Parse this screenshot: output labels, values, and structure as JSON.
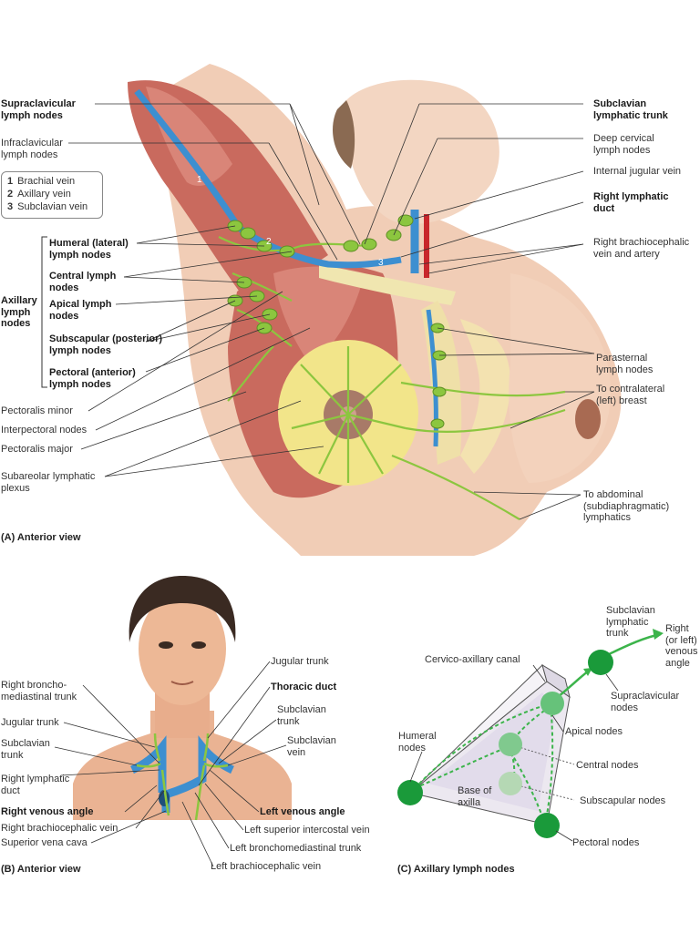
{
  "panel_a": {
    "title": "(A) Anterior view",
    "key": [
      {
        "num": "1",
        "text": "Brachial vein"
      },
      {
        "num": "2",
        "text": "Axillary vein"
      },
      {
        "num": "3",
        "text": "Subclavian vein"
      }
    ],
    "left_labels": {
      "supraclavicular": "Supraclavicular\nlymph nodes",
      "infraclavicular": "Infraclavicular\nlymph nodes",
      "axillary": "Axillary\nlymph\nnodes",
      "humeral": "Humeral (lateral)\nlymph nodes",
      "central": "Central lymph\nnodes",
      "apical": "Apical lymph\nnodes",
      "subscapular": "Subscapular (posterior)\nlymph nodes",
      "pectoral": "Pectoral (anterior)\nlymph nodes",
      "pectoralis_minor": "Pectoralis minor",
      "interpectoral": "Interpectoral nodes",
      "pectoralis_major": "Pectoralis major",
      "subareolar": "Subareolar lymphatic\nplexus"
    },
    "right_labels": {
      "subclavian_trunk": "Subclavian\nlymphatic trunk",
      "deep_cervical": "Deep cervical\nlymph nodes",
      "internal_jugular": "Internal jugular vein",
      "right_lymphatic_duct": "Right lymphatic\nduct",
      "right_brachiocephalic": "Right brachiocephalic\nvein and artery",
      "parasternal": "Parasternal\nlymph nodes",
      "contralateral": "To contralateral\n(left) breast",
      "abdominal": "To abdominal\n(subdiaphragmatic)\nlymphatics"
    },
    "vein_markers": [
      "1",
      "2",
      "3"
    ]
  },
  "panel_b": {
    "title": "(B) Anterior view",
    "left_labels": {
      "right_bronchomediastinal": "Right broncho-\nmediastinal trunk",
      "jugular_trunk_left": "Jugular trunk",
      "subclavian_trunk_left": "Subclavian\ntrunk",
      "right_lymphatic_duct": "Right lymphatic\nduct",
      "right_venous_angle": "Right venous angle",
      "right_brachiocephalic": "Right brachiocephalic vein",
      "superior_vena_cava": "Superior vena cava"
    },
    "right_labels": {
      "jugular_trunk_right": "Jugular trunk",
      "thoracic_duct": "Thoracic duct",
      "subclavian_trunk_right": "Subclavian\ntrunk",
      "subclavian_vein": "Subclavian\nvein",
      "left_venous_angle": "Left venous angle",
      "left_superior_intercostal": "Left superior intercostal vein",
      "left_bronchomediastinal": "Left bronchomediastinal trunk",
      "left_brachiocephalic": "Left brachiocephalic vein"
    }
  },
  "panel_c": {
    "title": "(C) Axillary lymph nodes",
    "labels": {
      "subclavian_trunk": "Subclavian\nlymphatic\ntrunk",
      "venous_angle": "Right\n(or left)\nvenous\nangle",
      "cervico_axillary": "Cervico-axillary canal",
      "supraclavicular": "Supraclavicular\nnodes",
      "humeral": "Humeral\nnodes",
      "apical": "Apical nodes",
      "central": "Central nodes",
      "base": "Base of\naxilla",
      "subscapular": "Subscapular nodes",
      "pectoral": "Pectoral nodes"
    }
  },
  "colors": {
    "vein": "#3d8fd0",
    "artery": "#c8262b",
    "lymph": "#8cc63f",
    "node_dark": "#1a9a3a",
    "muscle": "#c96a5e",
    "skin": "#f1cdb6",
    "breast_tissue": "#f2e58a"
  }
}
